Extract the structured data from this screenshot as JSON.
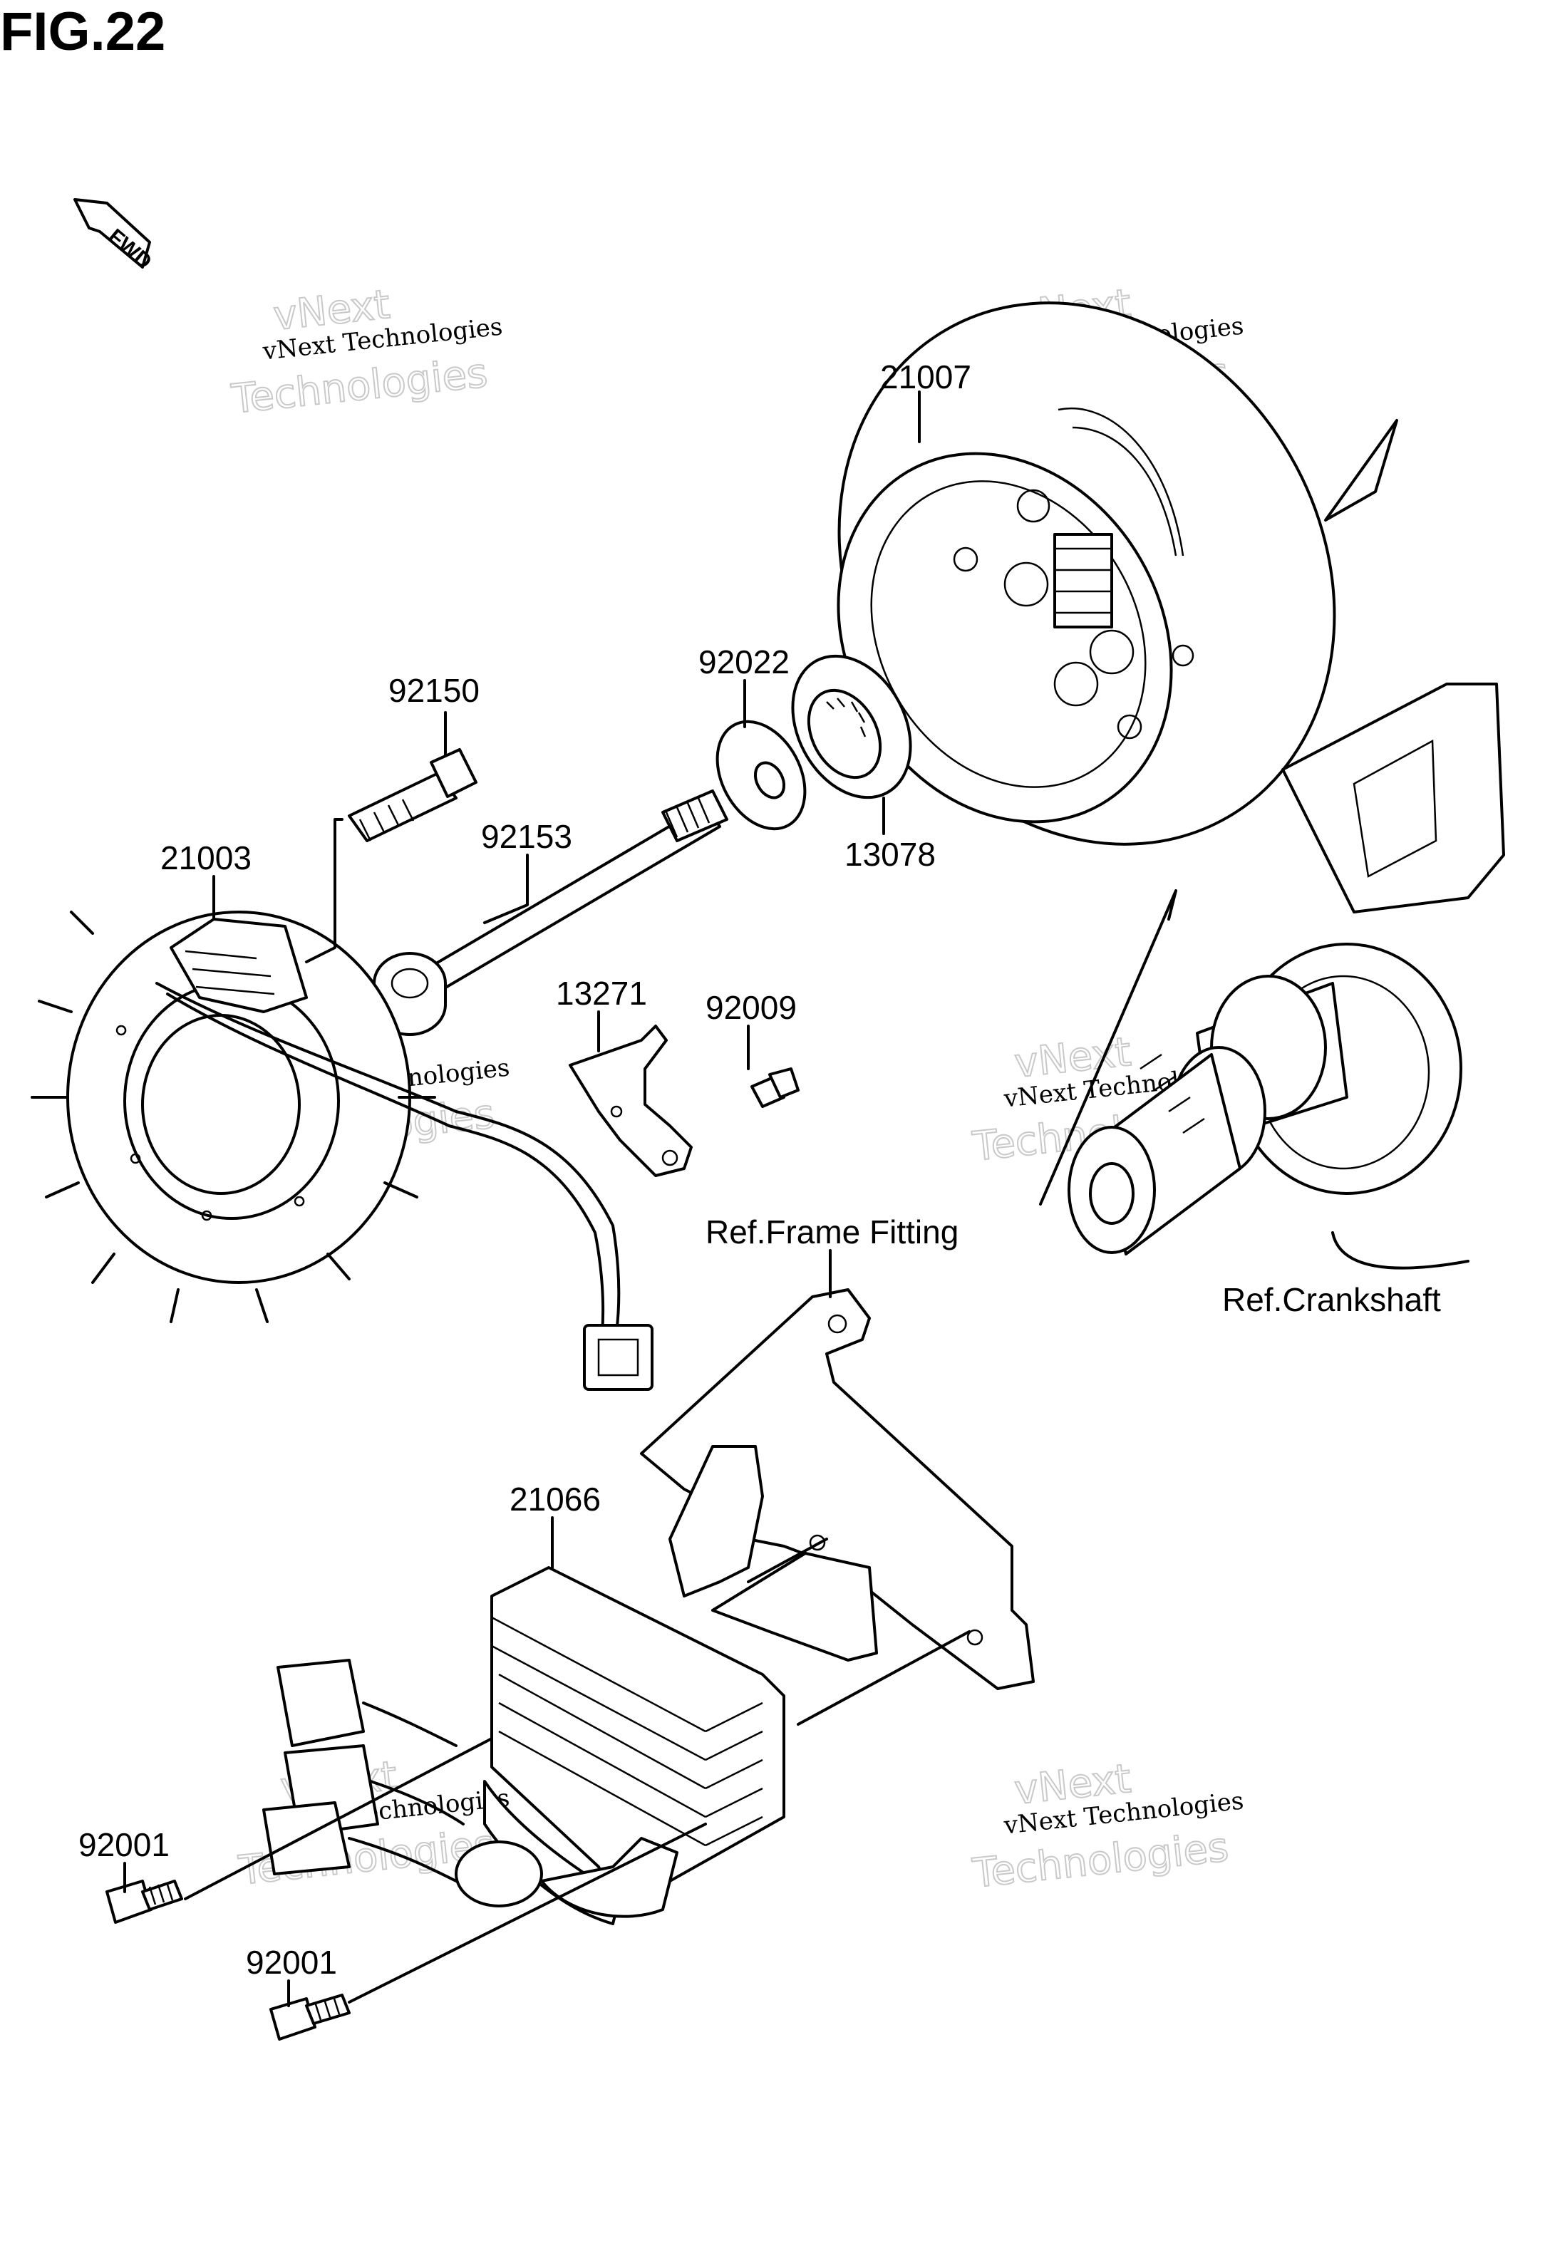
{
  "figure_title": "FIG.22",
  "fwd_label": "FWD",
  "watermark": {
    "line1": "vNext Technologies",
    "line2": "vNext",
    "line3": "Technologies"
  },
  "part_labels": {
    "p21007": "21007",
    "p92022": "92022",
    "p13078": "13078",
    "p92150": "92150",
    "p21003": "21003",
    "p92153": "92153",
    "p13271": "13271",
    "p92009": "92009",
    "p21066": "21066",
    "p92001a": "92001",
    "p92001b": "92001"
  },
  "ref_labels": {
    "frame_fitting": "Ref.Frame Fitting",
    "crankshaft": "Ref.Crankshaft"
  }
}
